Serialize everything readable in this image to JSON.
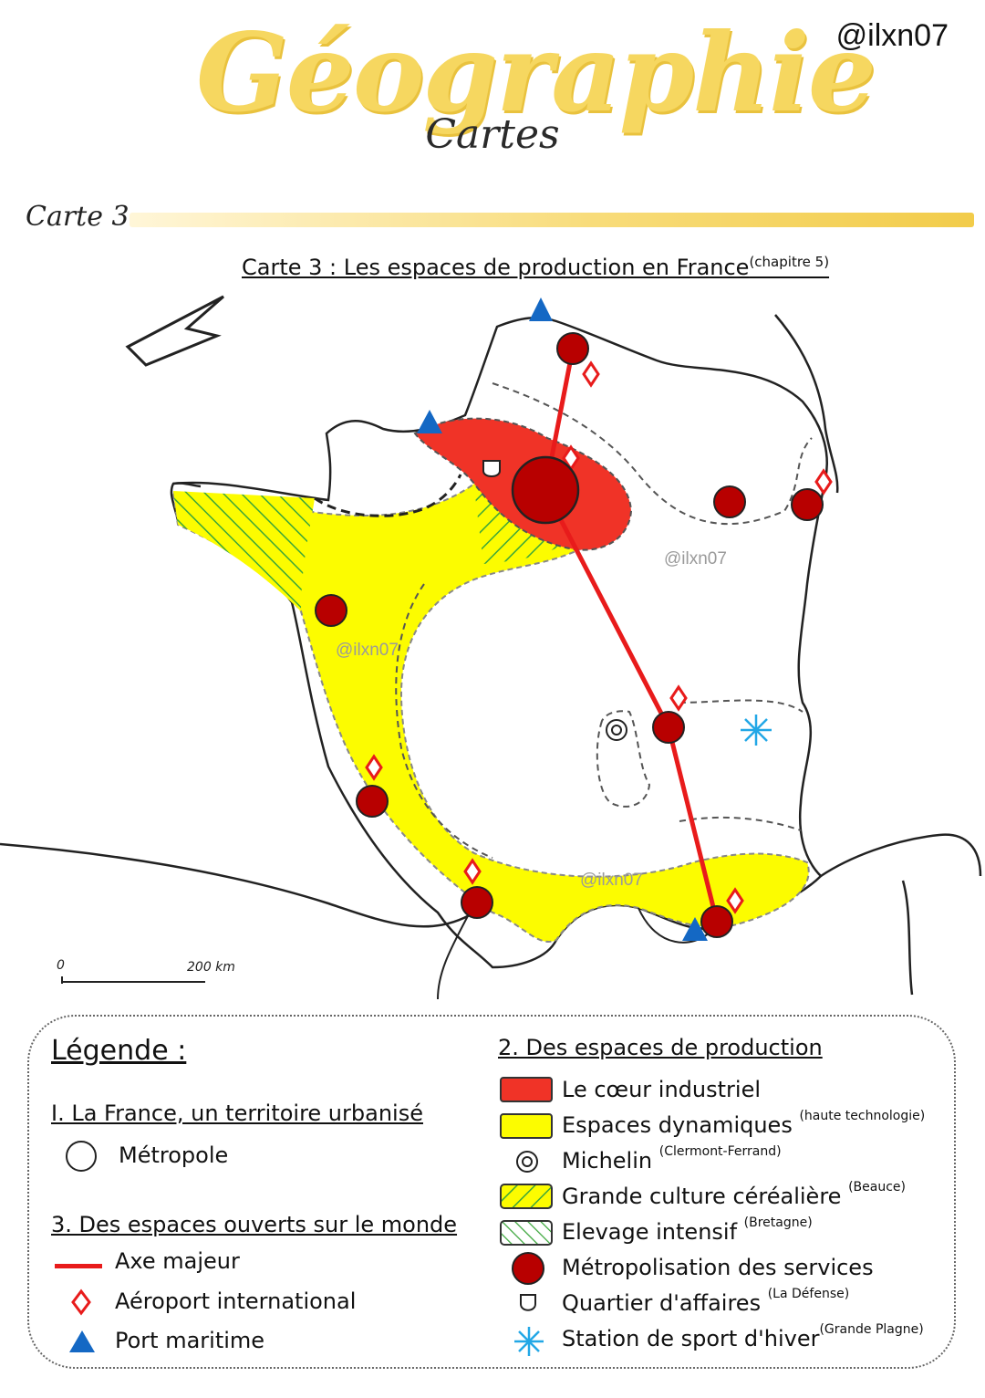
{
  "header": {
    "title": "Géographie",
    "subtitle": "Cartes",
    "handle": "@ilxn07",
    "section_label": "Carte  3"
  },
  "map": {
    "title": "Carte 3 : Les espaces de production en France",
    "title_note": "(chapitre 5)",
    "scale_zero": "0",
    "scale_label": "200 km",
    "watermark": "@ilxn07"
  },
  "legend": {
    "heading": "Légende :",
    "section1": {
      "title": "I. La France, un territoire urbanisé",
      "items": [
        {
          "label": "Métropole",
          "icon": "circle-outline-icon"
        }
      ]
    },
    "section3": {
      "title": "3. Des espaces ouverts sur le monde",
      "items": [
        {
          "label": "Axe majeur",
          "icon": "red-line-icon"
        },
        {
          "label": "Aéroport international",
          "icon": "red-diamond-icon"
        },
        {
          "label": "Port maritime",
          "icon": "blue-triangle-icon"
        }
      ]
    },
    "section2": {
      "title": "2. Des espaces de production",
      "items": [
        {
          "label": "Le cœur industriel",
          "note": "",
          "icon": "red-swatch-icon"
        },
        {
          "label": "Espaces dynamiques",
          "note": "(haute technologie)",
          "icon": "yellow-swatch-icon"
        },
        {
          "label": "Michelin",
          "note": "(Clermont-Ferrand)",
          "icon": "target-icon"
        },
        {
          "label": "Grande culture céréalière",
          "note": "(Beauce)",
          "icon": "hatch-right-icon"
        },
        {
          "label": "Elevage intensif",
          "note": "(Bretagne)",
          "icon": "hatch-left-icon"
        },
        {
          "label": "Métropolisation des services",
          "note": "",
          "icon": "dark-red-dot-icon"
        },
        {
          "label": "Quartier d'affaires",
          "note": "(La Défense)",
          "icon": "cup-icon"
        },
        {
          "label": "Station de sport d'hiver",
          "note": "(Grande Plagne)",
          "icon": "snowflake-icon"
        }
      ]
    }
  },
  "colors": {
    "core": "#f03327",
    "dynamic": "#fcfc00",
    "hatch": "#3aa63a",
    "metropole": "#b80000",
    "axis": "#e81b1b",
    "port": "#1468c4",
    "snow": "#22a7e6",
    "title_yellow": "#f6d760"
  }
}
